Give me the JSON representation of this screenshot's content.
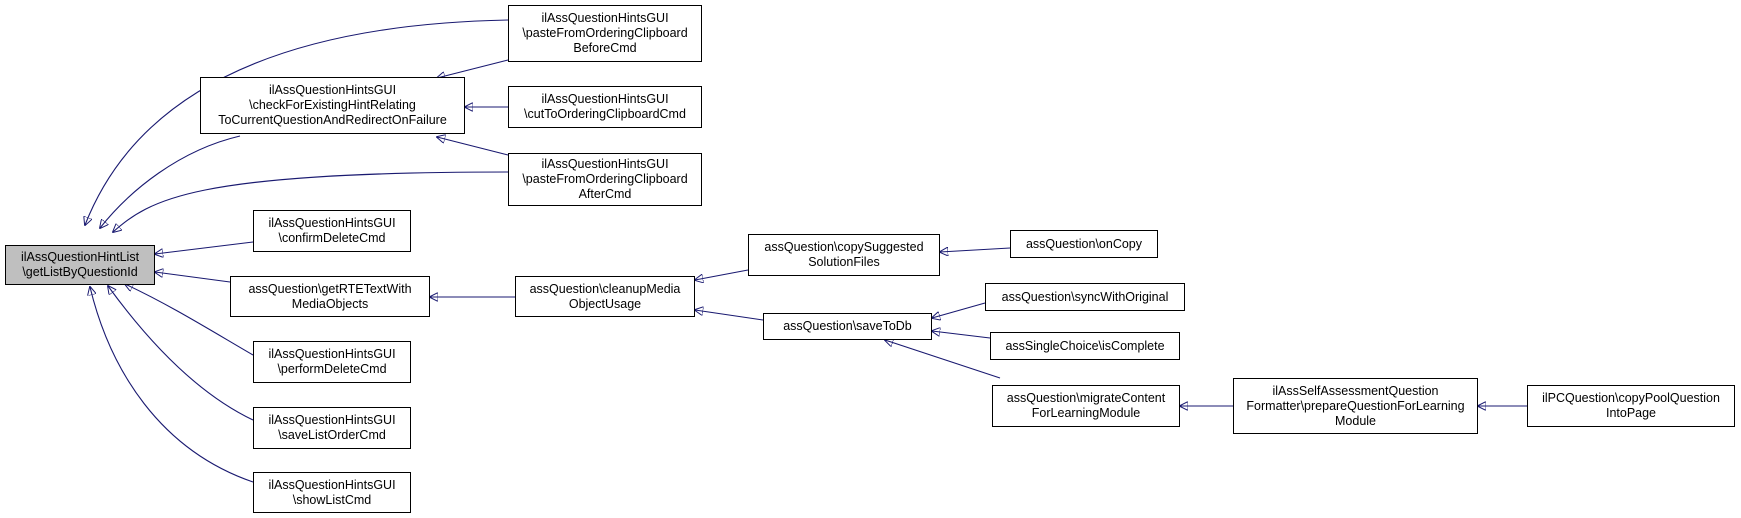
{
  "colors": {
    "edge": "#191970",
    "root_fill": "#bfbfbf",
    "node_fill": "#ffffff",
    "border": "#000000"
  },
  "nodes": [
    {
      "id": "root",
      "lines": [
        "ilAssQuestionHintList",
        "\\getListByQuestionId"
      ]
    },
    {
      "id": "checkExisting",
      "lines": [
        "ilAssQuestionHintsGUI",
        "\\checkForExistingHintRelating",
        "ToCurrentQuestionAndRedirectOnFailure"
      ]
    },
    {
      "id": "pasteBefore",
      "lines": [
        "ilAssQuestionHintsGUI",
        "\\pasteFromOrderingClipboard",
        "BeforeCmd"
      ]
    },
    {
      "id": "cutTo",
      "lines": [
        "ilAssQuestionHintsGUI",
        "\\cutToOrderingClipboardCmd"
      ]
    },
    {
      "id": "pasteAfter",
      "lines": [
        "ilAssQuestionHintsGUI",
        "\\pasteFromOrderingClipboard",
        "AfterCmd"
      ]
    },
    {
      "id": "confirmDelete",
      "lines": [
        "ilAssQuestionHintsGUI",
        "\\confirmDeleteCmd"
      ]
    },
    {
      "id": "getRTE",
      "lines": [
        "assQuestion\\getRTETextWith",
        "MediaObjects"
      ]
    },
    {
      "id": "performDelete",
      "lines": [
        "ilAssQuestionHintsGUI",
        "\\performDeleteCmd"
      ]
    },
    {
      "id": "saveListOrder",
      "lines": [
        "ilAssQuestionHintsGUI",
        "\\saveListOrderCmd"
      ]
    },
    {
      "id": "showList",
      "lines": [
        "ilAssQuestionHintsGUI",
        "\\showListCmd"
      ]
    },
    {
      "id": "cleanupMedia",
      "lines": [
        "assQuestion\\cleanupMedia",
        "ObjectUsage"
      ]
    },
    {
      "id": "copySuggested",
      "lines": [
        "assQuestion\\copySuggested",
        "SolutionFiles"
      ]
    },
    {
      "id": "saveToDb",
      "lines": [
        "assQuestion\\saveToDb"
      ]
    },
    {
      "id": "onCopy",
      "lines": [
        "assQuestion\\onCopy"
      ]
    },
    {
      "id": "syncWithOriginal",
      "lines": [
        "assQuestion\\syncWithOriginal"
      ]
    },
    {
      "id": "isComplete",
      "lines": [
        "assSingleChoice\\isComplete"
      ]
    },
    {
      "id": "migrateContent",
      "lines": [
        "assQuestion\\migrateContent",
        "ForLearningModule"
      ]
    },
    {
      "id": "prepareQuestion",
      "lines": [
        "ilAssSelfAssessmentQuestion",
        "Formatter\\prepareQuestionForLearning",
        "Module"
      ]
    },
    {
      "id": "copyPool",
      "lines": [
        "ilPCQuestion\\copyPoolQuestion",
        "IntoPage"
      ]
    }
  ]
}
